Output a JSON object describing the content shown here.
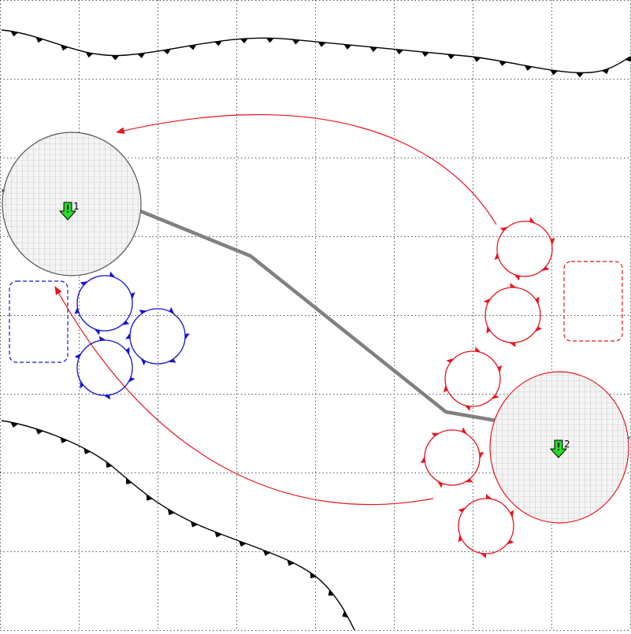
{
  "map": {
    "grid": true,
    "grid_style": "dotted",
    "grid_divisions": 8
  },
  "colors": {
    "background": "#ffffff",
    "grid": "#555555",
    "red_team": "#e8141e",
    "blue_team": "#1414d2",
    "neutral_outline": "#555555",
    "route": "#808080",
    "objective_marker": "#22dd22",
    "zone_fill": "#f2f2f2"
  },
  "objectives": [
    {
      "id": "objective-1",
      "label": "1",
      "team": "neutral",
      "icon": "arrow-down-icon"
    },
    {
      "id": "objective-2",
      "label": "2",
      "team": "red",
      "icon": "arrow-down-icon"
    }
  ],
  "teams": {
    "blue": {
      "unit_count": 3,
      "spawn_zones": 1,
      "unit_icon": "unit-ring-icon"
    },
    "red": {
      "unit_count": 5,
      "spawn_zones": 1,
      "unit_icon": "unit-ring-icon"
    }
  },
  "routes": {
    "paths": 1,
    "red_attack_arrows": 2
  },
  "terrain": {
    "cliff_edges": 2,
    "cliff_icon": "cliff-edge-icon"
  }
}
